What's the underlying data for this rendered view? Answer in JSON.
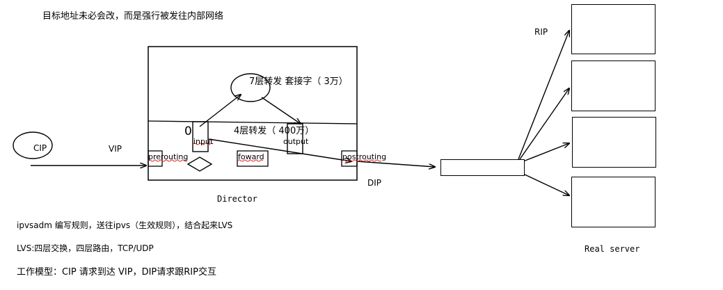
{
  "header_note": "目标地址未必会改，而是强行被发往内部网络",
  "client": {
    "label": "CIP"
  },
  "vip_label": "VIP",
  "director": {
    "label": "Director",
    "layer7_label": "7层转发 套接字（ 3万）",
    "layer4_label": "4层转发（ 400万）",
    "zero_label": "0",
    "chains": {
      "input": "input",
      "output": "output",
      "prerouting": "prerouting",
      "foward": "foward",
      "postrouting": "postrouting"
    }
  },
  "dip_label": "DIP",
  "rip_label": "RIP",
  "real_server_label": "Real server",
  "notes": {
    "line1": "ipvsadm 编写规则，送往ipvs（生效规则），结合起来LVS",
    "line2": "LVS:四层交换，四层路由，TCP/UDP",
    "line3": "工作模型：CIP 请求到达 VIP，DIP请求跟RIP交互"
  }
}
